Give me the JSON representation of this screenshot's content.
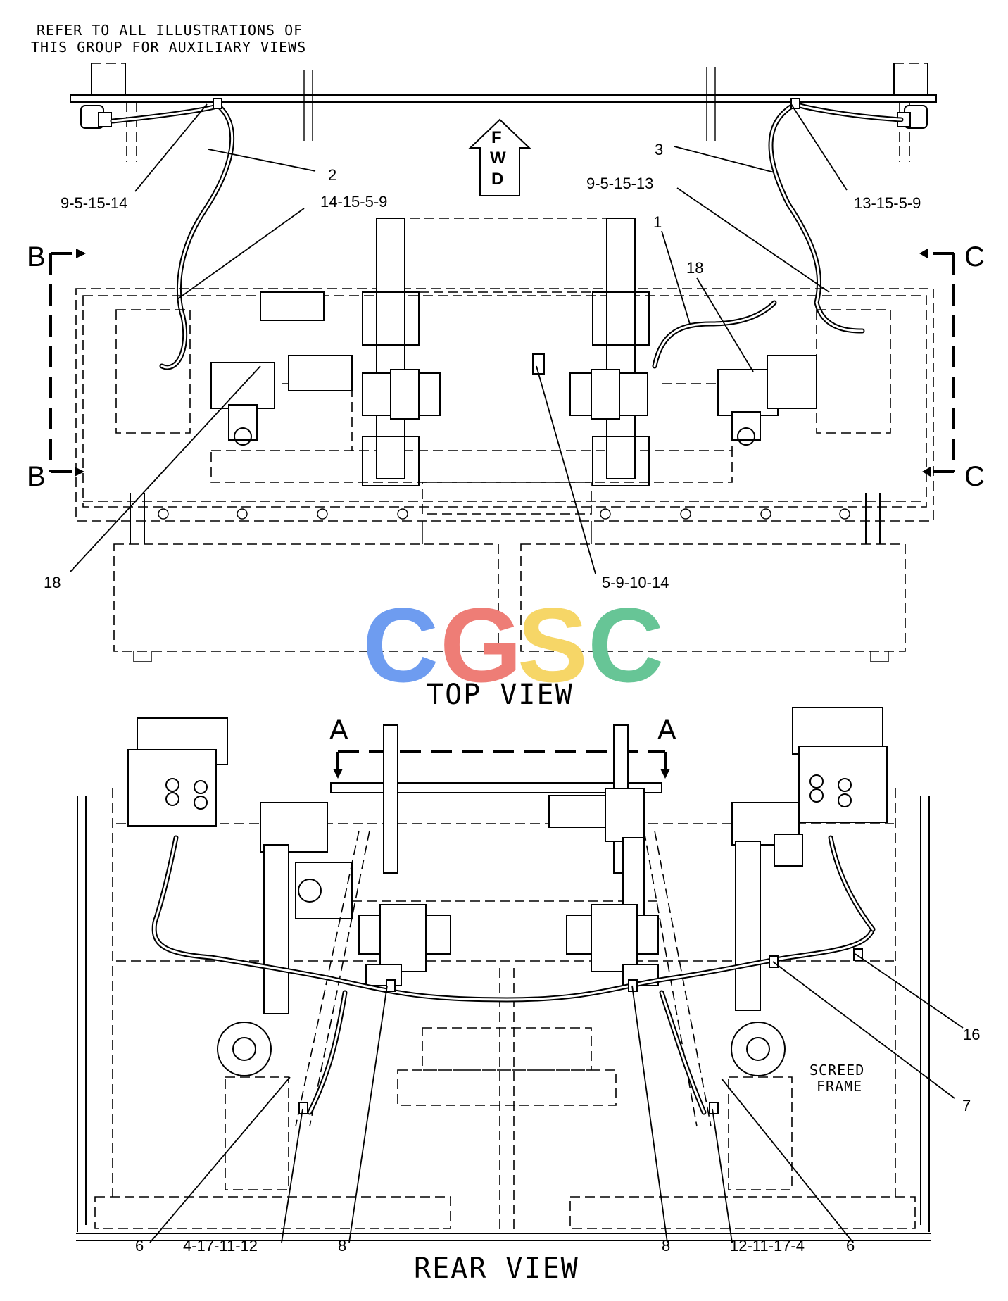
{
  "note": [
    "REFER TO ALL ILLUSTRATIONS OF",
    "THIS GROUP FOR AUXILIARY VIEWS"
  ],
  "fwd": [
    "F",
    "W",
    "D"
  ],
  "views": {
    "top": "TOP VIEW",
    "rear": "REAR VIEW",
    "section_b": "B",
    "section_c": "C",
    "section_a": "A"
  },
  "watermark": {
    "text": "CGSC",
    "letters": [
      {
        "char": "C",
        "color": "#6e9cf0"
      },
      {
        "char": "G",
        "color": "#ee7d76"
      },
      {
        "char": "S",
        "color": "#f6d667"
      },
      {
        "char": "C",
        "color": "#67c596"
      }
    ]
  },
  "callouts": {
    "top": {
      "c2": "2",
      "c3": "3",
      "c9_14": "9-5-15-14",
      "c9_13": "9-5-15-13",
      "c14_9": "14-15-5-9",
      "c13_9": "13-15-5-9",
      "c1": "1",
      "c18a": "18",
      "c18b": "18",
      "c5_14": "5-9-10-14"
    },
    "rear": {
      "c16": "16",
      "c7": "7",
      "c6a": "6",
      "c4_12": "4-17-11-12",
      "c8a": "8",
      "c8b": "8",
      "c12_4": "12-11-17-4",
      "c6b": "6"
    }
  },
  "screed": [
    "SCREED",
    "FRAME"
  ]
}
